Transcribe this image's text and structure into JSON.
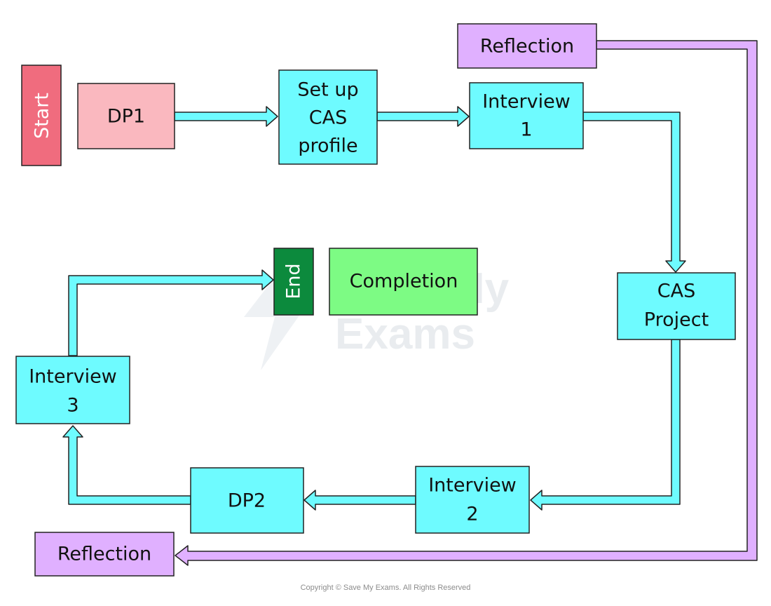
{
  "colors": {
    "start_fill": "#f06c7e",
    "dp1_fill": "#fab8bf",
    "stage_fill": "#6efbff",
    "reflection_fill": "#e0b0ff",
    "end_fill": "#0c8a3d",
    "completion_fill": "#7dfb84",
    "arrow_fill": "#6efbff",
    "reflection_arrow_fill": "#e0b0ff",
    "outline": "#222222",
    "copyright": "#8c8c8c"
  },
  "nodes": {
    "start": {
      "label": "Start"
    },
    "dp1": {
      "label": "DP1"
    },
    "cas_profile": {
      "lines": [
        "Set up",
        "CAS",
        "profile"
      ]
    },
    "interview1": {
      "lines": [
        "Interview",
        "1"
      ]
    },
    "cas_project": {
      "lines": [
        "CAS",
        "Project"
      ]
    },
    "interview2": {
      "lines": [
        "Interview",
        "2"
      ]
    },
    "dp2": {
      "label": "DP2"
    },
    "interview3": {
      "lines": [
        "Interview",
        "3"
      ]
    },
    "end": {
      "label": "End"
    },
    "completion": {
      "label": "Completion"
    },
    "reflection_top": {
      "label": "Reflection"
    },
    "reflection_bottom": {
      "label": "Reflection"
    }
  },
  "watermark": {
    "line1": "Save My",
    "line2": "Exams"
  },
  "copyright": "Copyright © Save My Exams. All Rights Reserved"
}
